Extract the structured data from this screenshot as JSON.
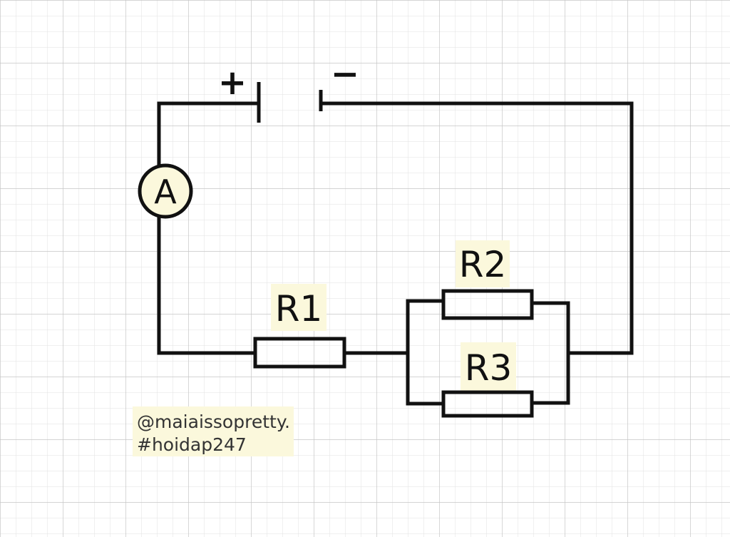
{
  "diagram": {
    "battery": {
      "positive_sign": "+",
      "negative_sign": "−"
    },
    "ammeter": {
      "label": "A"
    },
    "resistors": [
      {
        "id": "r1",
        "label": "R1"
      },
      {
        "id": "r2",
        "label": "R2"
      },
      {
        "id": "r3",
        "label": "R3"
      }
    ],
    "watermark": {
      "line1": "@maiaissopretty.",
      "line2": "#hoidap247"
    }
  },
  "colors": {
    "grid_minor": "#e2e2e2",
    "grid_major": "#c6c6c6",
    "label_highlight": "#fbf8dc",
    "wire": "#111111"
  }
}
